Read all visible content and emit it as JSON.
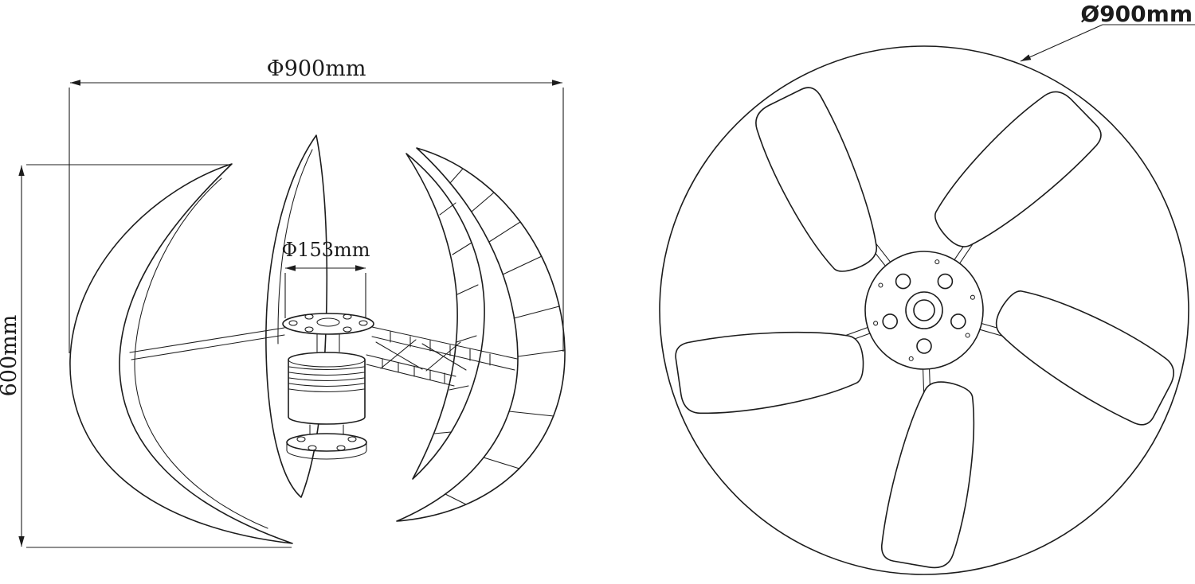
{
  "colors": {
    "background": "#ffffff",
    "line": "#1c1c1c"
  },
  "side_view": {
    "width_dimension": "Φ900mm",
    "height_dimension": "600mm",
    "hub_dimension": "Φ153mm"
  },
  "top_view": {
    "diameter_dimension": "Ø900mm"
  }
}
